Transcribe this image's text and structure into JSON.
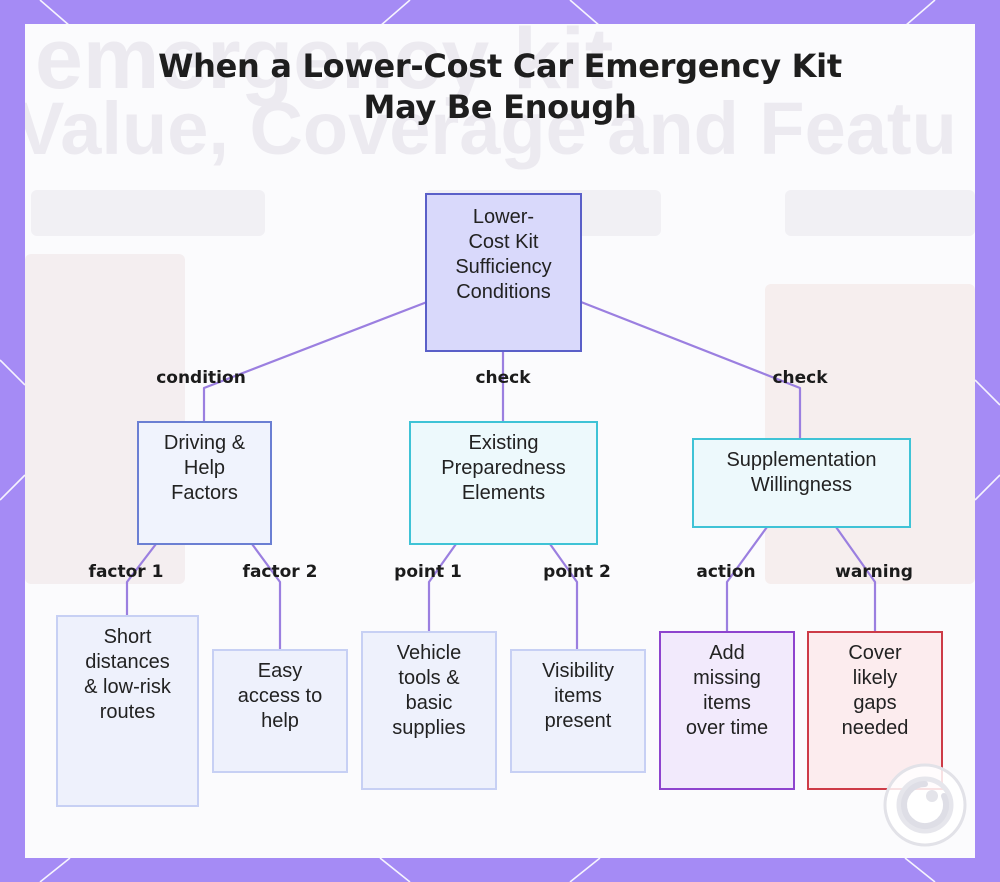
{
  "title": {
    "line1": "When a Lower-Cost Car Emergency Kit",
    "line2": "May Be Enough"
  },
  "nodes": {
    "root": "Lower-\nCost Kit\nSufficiency\nConditions",
    "driving": "Driving &\nHelp\nFactors",
    "existing": "Existing\nPreparedness\nElements",
    "supplement": "Supplementation\nWillingness",
    "short": "Short\ndistances\n& low-risk\nroutes",
    "easy": "Easy\naccess to\nhelp",
    "vehicle": "Vehicle\ntools &\nbasic\nsupplies",
    "visibility": "Visibility\nitems\npresent",
    "add": "Add\nmissing\nitems\nover time",
    "cover": "Cover\nlikely\ngaps\nneeded"
  },
  "edge_labels": {
    "condition": "condition",
    "check1": "check",
    "check2": "check",
    "factor1": "factor 1",
    "factor2": "factor 2",
    "point1": "point 1",
    "point2": "point 2",
    "action": "action",
    "warning": "warning"
  },
  "colors": {
    "frame": "#a58bf5",
    "edge": "#9b7fe0",
    "root_fill": "#d9d9fb",
    "root_border": "#5a5fc8",
    "condition_border": "#6b7fd3",
    "check_border": "#3fc3d6",
    "leaf_border": "#c7d0f4",
    "action_border": "#8e44ce",
    "warning_border": "#cd3b47"
  },
  "icons": [
    "logo-mark-icon"
  ]
}
